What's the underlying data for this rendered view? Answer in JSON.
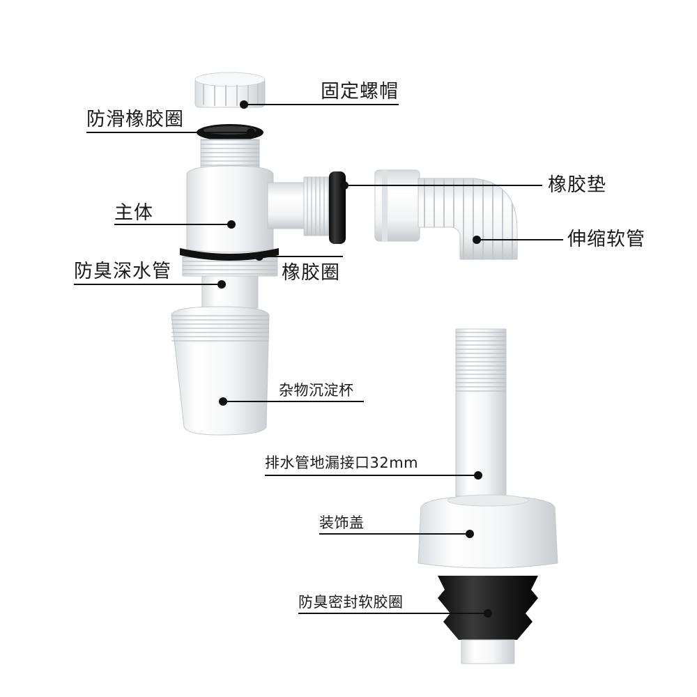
{
  "labels": {
    "lock_nut": "固定螺帽",
    "anti_slip_ring": "防滑橡胶圈",
    "main_body": "主体",
    "deep_water_trap_tube": "防臭深水管",
    "rubber_ring": "橡胶圈",
    "rubber_gasket": "橡胶垫",
    "flexible_hose": "伸缩软管",
    "debris_cup": "杂物沉淀杯",
    "floor_drain_connector": "排水管地漏接口32mm",
    "decorative_cover": "装饰盖",
    "odor_seal_ring": "防臭密封软胶圈"
  }
}
